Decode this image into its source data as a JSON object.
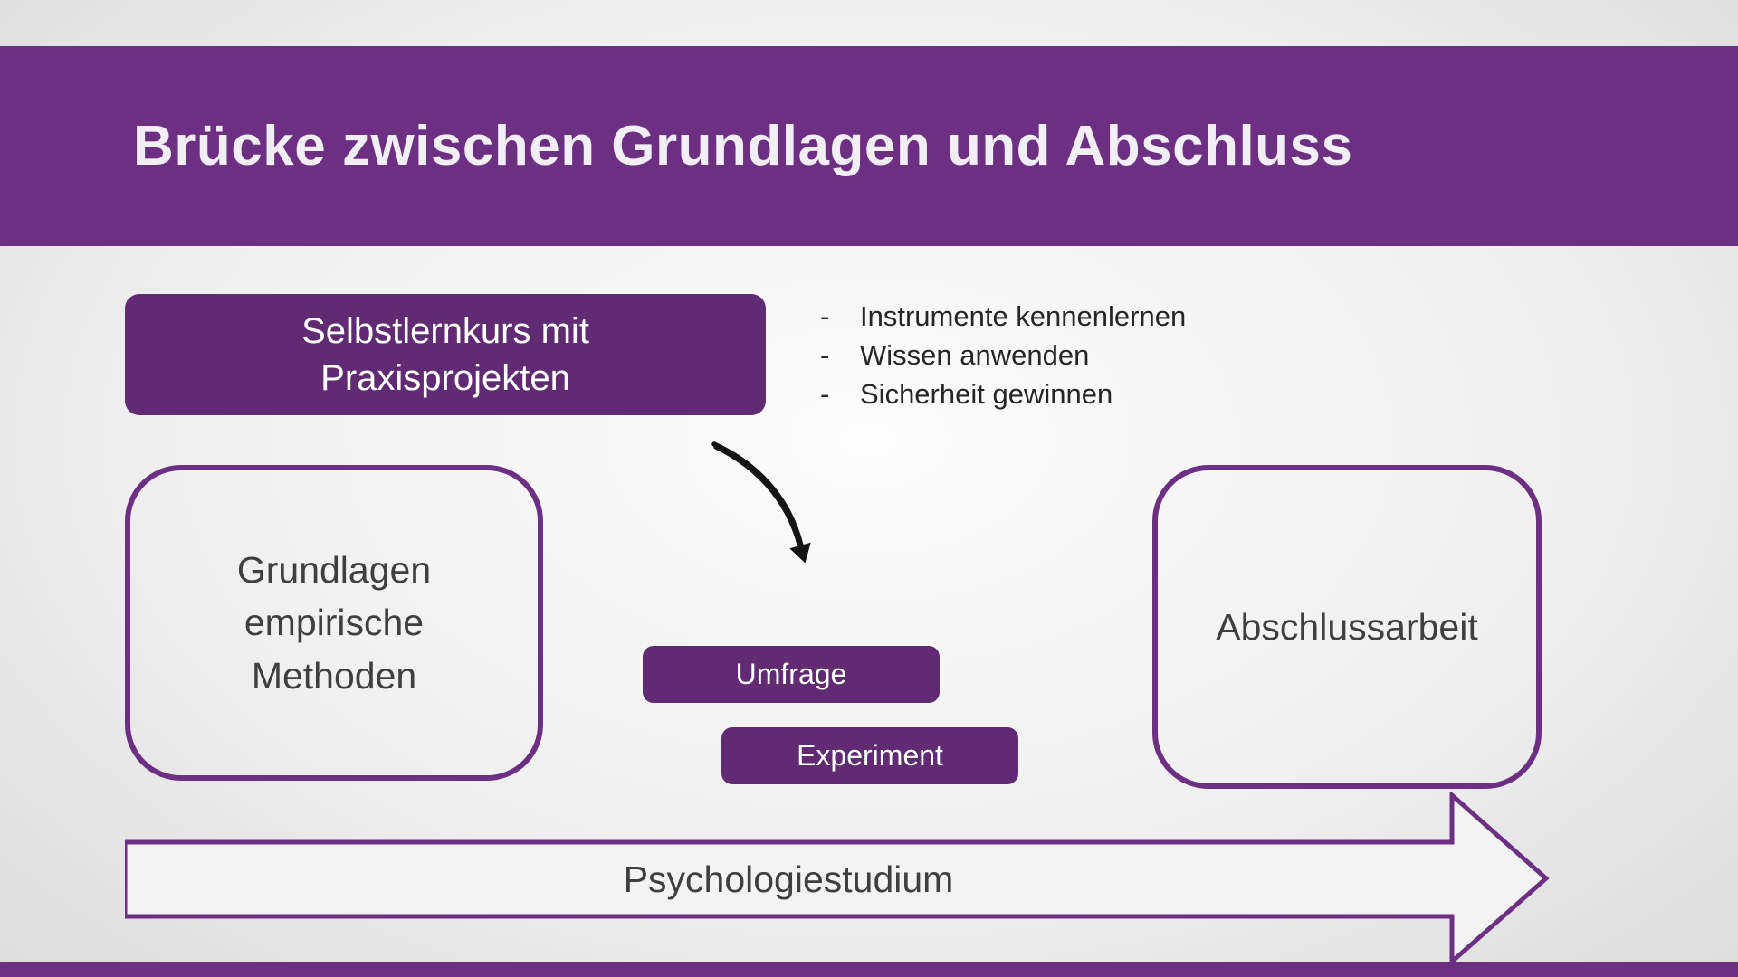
{
  "slide": {
    "title": "Brücke zwischen Grundlagen und Abschluss",
    "course_box": {
      "label": "Selbstlernkurs mit\nPraxisprojekten"
    },
    "bullet_marker": "-",
    "bullets": [
      "Instrumente kennenlernen",
      "Wissen anwenden",
      "Sicherheit gewinnen"
    ],
    "left_box": {
      "label": "Grundlagen\nempirische\nMethoden"
    },
    "right_box": {
      "label": "Abschlussarbeit"
    },
    "tags": [
      {
        "label": "Umfrage"
      },
      {
        "label": "Experiment"
      }
    ],
    "timeline": {
      "label": "Psychologiestudium"
    }
  },
  "colors": {
    "purple": "#6C2F82",
    "purple-deep": "#612B74",
    "text-dark": "#3f3f3f",
    "text-bullet": "#262626",
    "arrow-fill": "#f3f3f3",
    "title-color": "#f2eef5"
  }
}
